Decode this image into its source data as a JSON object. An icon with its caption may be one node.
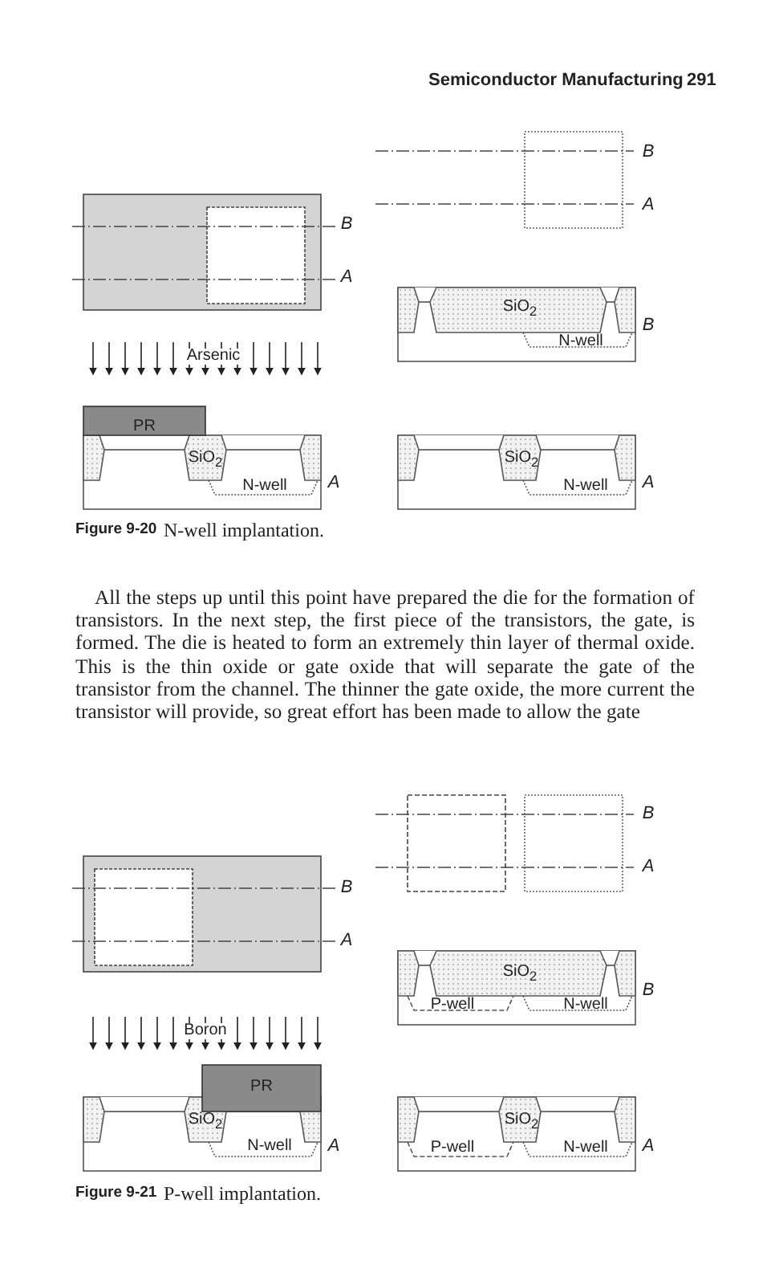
{
  "diagram": {
    "labels": [
      "Semiconductor Manufacturing",
      "291",
      "B",
      "A",
      "B",
      "A",
      "SiO$_{2}$",
      "B",
      "N-well",
      "Arsenic",
      "PR",
      "SiO$_{2}$",
      "N-well",
      "A",
      "SiO$_{2}$",
      "N-well",
      "A",
      "Figure 9-20",
      "N-well implantation.",
      "All the steps up until this point have prepared the die for the formation of transistors. In the next step, the first piece of the transistors, the gate, is formed. The die is heated to form an extremely thin layer of thermal oxide. This is the thin oxide or gate oxide that will separate the gate of the transistor from the channel. The thinner the gate oxide, the more current the transistor will provide, so great effort has been made to allow the gate",
      "B",
      "A",
      "B",
      "A",
      "SiO$_{2}$",
      "B",
      "P-well",
      "N-well",
      "Boron",
      "PR",
      "SiO$_{2}$",
      "N-well",
      "A",
      "SiO$_{2}$",
      "P-well",
      "N-well",
      "A",
      "Figure 9-21",
      "P-well implantation."
    ]
  }
}
